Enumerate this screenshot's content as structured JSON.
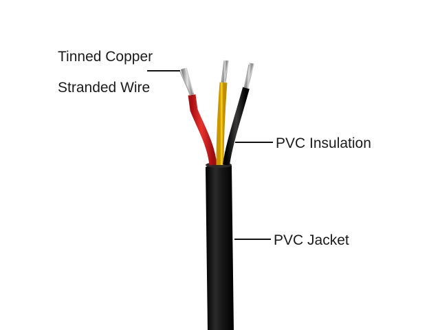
{
  "labels": {
    "conductor_line1": "Tinned Copper",
    "conductor_line2": "Stranded Wire",
    "insulation": "PVC Insulation",
    "jacket": "PVC Jacket"
  },
  "colors": {
    "jacket": "#111111",
    "wire_red": "#d91f1f",
    "wire_yellow": "#f2c200",
    "wire_black": "#141414",
    "tinned_copper": "#b9b9b9",
    "leader_line": "#111111"
  }
}
